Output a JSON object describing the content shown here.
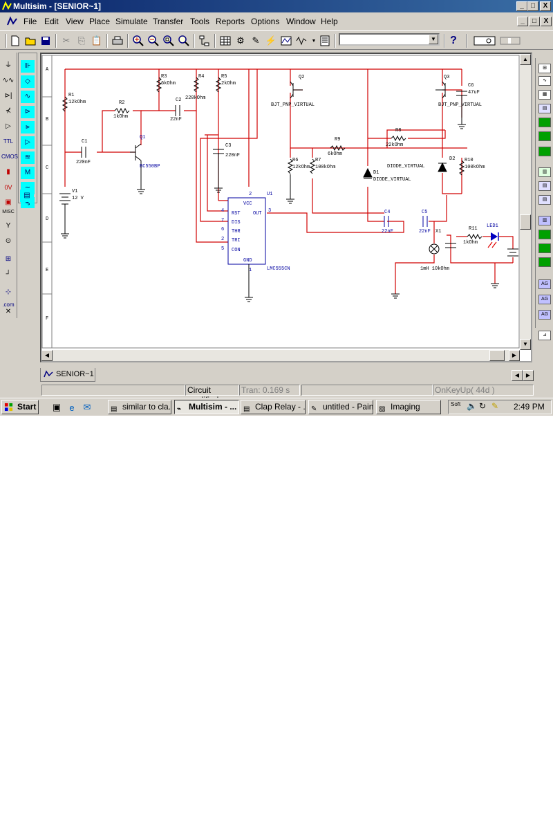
{
  "window": {
    "title": "Multisim - [SENIOR~1]"
  },
  "menu": [
    "File",
    "Edit",
    "View",
    "Place",
    "Simulate",
    "Transfer",
    "Tools",
    "Reports",
    "Options",
    "Window",
    "Help"
  ],
  "titlebar_buttons": [
    "_",
    "□",
    "X"
  ],
  "left_toolbar_labels": {
    "misc": "MISC",
    "com": ".com"
  },
  "schematic": {
    "row_labels": [
      "A",
      "B",
      "C",
      "D",
      "E",
      "F"
    ],
    "components": {
      "r1": "R1",
      "r1v": "12kOhm",
      "r2": "R2",
      "r2v": "1kOhm",
      "r3": "R3",
      "r3v": "6kOhm",
      "r4": "R4",
      "r4v": "220kOhm",
      "r5": "R5",
      "r5v": "2kOhm",
      "c1": "C1",
      "c1v": "220nF",
      "c2": "C2",
      "c2v": "22nF",
      "c3": "C3",
      "c3v": "220nF",
      "q1": "Q1",
      "q1v": "BC550BP",
      "v1": "V1",
      "v1v": "12 V",
      "u1": "U1",
      "u1v": "LMC555CN",
      "q2": "Q2",
      "q2v": "BJT_PNP_VIRTUAL",
      "q3": "Q3",
      "q3v": "BJT_PNP_VIRTUAL",
      "c6": "C6",
      "c6v": "47uF",
      "r6": "R6",
      "r6v": "12kOhm",
      "r7": "R7",
      "r7v": "100kOhm",
      "r9": "R9",
      "r9v": "6kOhm",
      "r8": "R8",
      "r8v": "22kOhm",
      "d1": "D1",
      "d1v": "DIODE_VIRTUAL",
      "d2": "D2",
      "d2v": "DIODE_VIRTUAL",
      "r10": "R10",
      "r10v": "100kOhm",
      "c4": "C4",
      "c4v": "22nF",
      "c5": "C5",
      "c5v": "22nF",
      "x1": "X1",
      "r11": "R11",
      "r11v": "1kOhm",
      "led1": "LED1",
      "relay": "1mH  10kOhm"
    },
    "pins": {
      "vcc": "VCC",
      "rst": "RST",
      "dis": "DIS",
      "thr": "THR",
      "tri": "TRI",
      "con": "CON",
      "gnd": "GND",
      "out": "OUT",
      "p2": "2",
      "p4": "4",
      "p7": "7",
      "p6": "6",
      "p2b": "2",
      "p5": "5",
      "p3": "3",
      "p1": "1"
    }
  },
  "doc_tab": "SENIOR~1",
  "status": {
    "s1": "Circuit modified",
    "s2": "Tran: 0.169 s",
    "s3": "OnKeyUp( 44d )"
  },
  "taskbar": {
    "start": "Start",
    "tasks": [
      "similar to cla...",
      "Multisim - ...",
      "Clap Relay - ...",
      "untitled - Paint",
      "Imaging"
    ],
    "tray_text": "Soft",
    "clock": "2:49 PM"
  }
}
